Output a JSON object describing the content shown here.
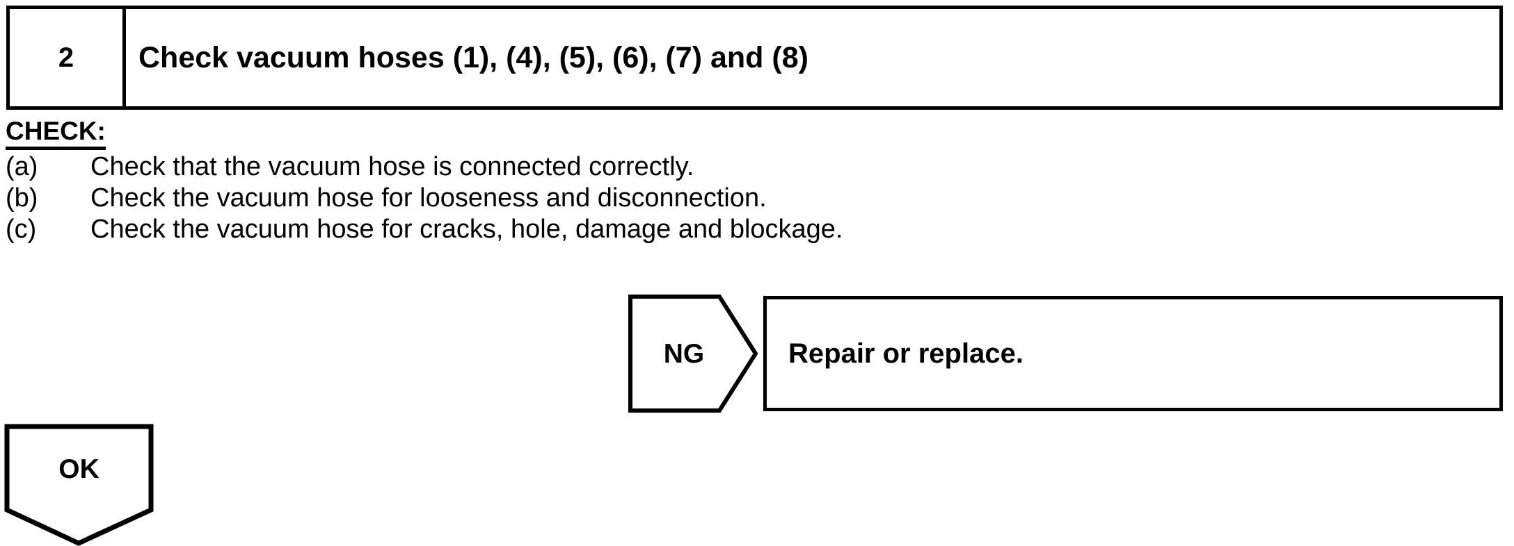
{
  "step": {
    "number": "2",
    "title": "Check vacuum hoses (1), (4), (5), (6), (7) and (8)"
  },
  "check": {
    "heading": "CHECK:",
    "items": [
      {
        "label": "(a)",
        "text": "Check that the vacuum hose is connected correctly."
      },
      {
        "label": "(b)",
        "text": "Check the vacuum hose for looseness and disconnection."
      },
      {
        "label": "(c)",
        "text": "Check the vacuum hose for cracks, hole, damage and blockage."
      }
    ]
  },
  "branches": {
    "ng": {
      "label": "NG",
      "action": "Repair or replace."
    },
    "ok": {
      "label": "OK"
    }
  },
  "colors": {
    "ink": "#000000",
    "paper": "#ffffff"
  }
}
